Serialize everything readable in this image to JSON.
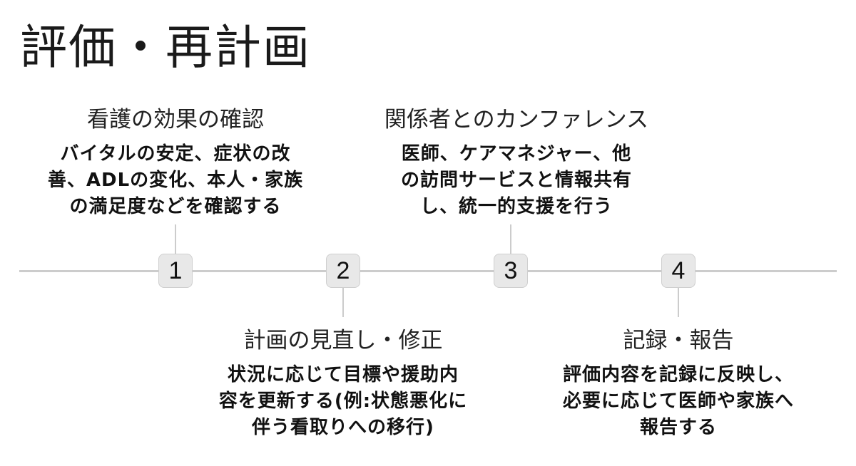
{
  "title": "評価・再計画",
  "colors": {
    "background": "#ffffff",
    "timeline_line": "#cccccc",
    "step_box_fill": "#e8e8e8",
    "step_box_border": "#cfcfcf",
    "text": "#111111"
  },
  "steps": [
    {
      "number": "1",
      "position": "above",
      "heading": "看護の効果の確認",
      "description_lines": [
        "バイタルの安定、症状の改",
        "善、ADLの変化、本人・家族",
        "の満足度などを確認する"
      ]
    },
    {
      "number": "2",
      "position": "below",
      "heading": "計画の見直し・修正",
      "description_lines": [
        "状況に応じて目標や援助内",
        "容を更新する(例:状態悪化に",
        "伴う看取りへの移行)"
      ]
    },
    {
      "number": "3",
      "position": "above",
      "heading": "関係者とのカンファレンス",
      "description_lines": [
        "医師、ケアマネジャー、他",
        "の訪問サービスと情報共有",
        "し、統一的支援を行う"
      ]
    },
    {
      "number": "4",
      "position": "below",
      "heading": "記録・報告",
      "description_lines": [
        "評価内容を記録に反映し、",
        "必要に応じて医師や家族へ",
        "報告する"
      ]
    }
  ]
}
